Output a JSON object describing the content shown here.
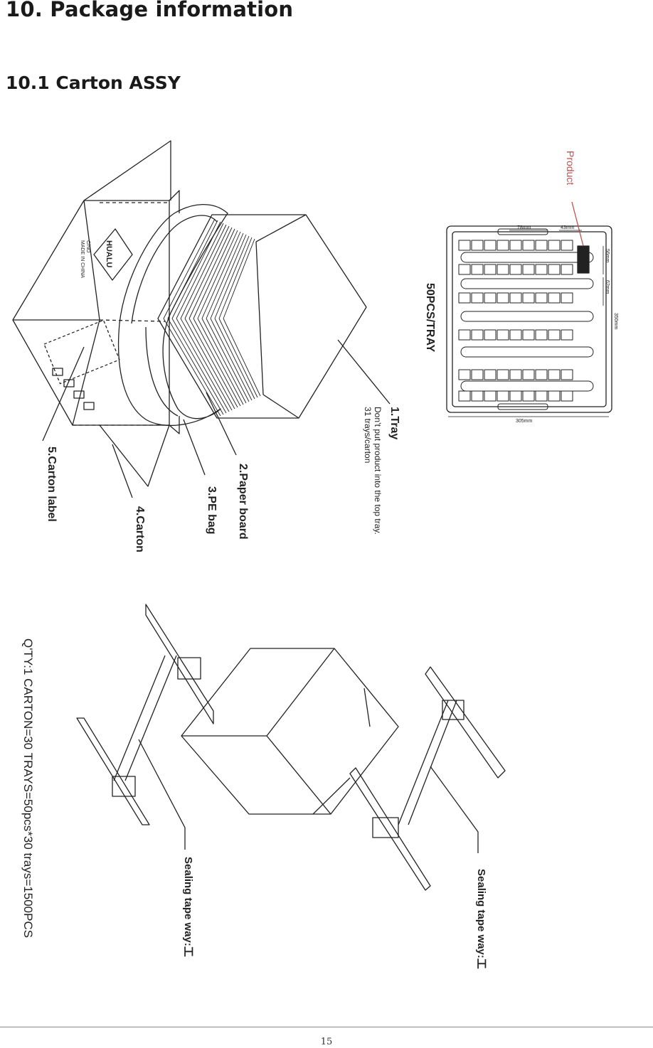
{
  "heading": "10. Package information",
  "subheading": "10.1 Carton ASSY",
  "figure1": {
    "tray_label": "1.Tray",
    "tray_note1": "Don’t put product into the top tray.",
    "tray_note2": "31 trays/carton",
    "paper_board": "2.Paper board",
    "pe_bag": "3.PE bag",
    "carton": "4.Carton",
    "carton_label": "5.Carton label",
    "brand": "HUALU",
    "brand_sub1": "C/NO",
    "brand_sub2": "MADE IN CHINA",
    "tray_capacity": "50PCS/TRAY",
    "product": "Product",
    "dims": {
      "d78": "78mm",
      "d43": "43mm",
      "d56": "56mm",
      "d62": "62mm",
      "d350": "350mm",
      "d305": "305mm"
    }
  },
  "figure2": {
    "qty_text": "Q'TY:1 CARTON=30 TRAYS=50pcs*30 trays=1500PCS",
    "sealing_left": "Sealing tape way:工",
    "sealing_right": "Sealing tape way:工"
  },
  "page_number": "15",
  "colors": {
    "product_label": "#c0504d",
    "lines": "#222222"
  }
}
